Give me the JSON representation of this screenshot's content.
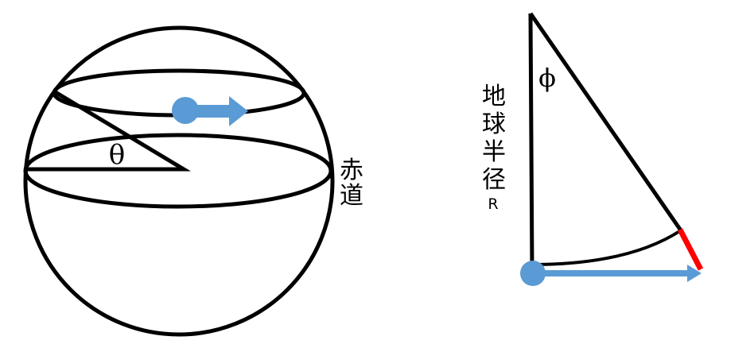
{
  "left_figure": {
    "theta_label": "θ",
    "equator_label": [
      "赤",
      "道"
    ],
    "arrow_color": "#5b9bd5"
  },
  "right_figure": {
    "phi_label": "ϕ",
    "radius_label": [
      "地",
      "球",
      "半",
      "径"
    ],
    "radius_symbol": "R",
    "arrow_color": "#5b9bd5",
    "highlight_color": "#ff0000"
  }
}
